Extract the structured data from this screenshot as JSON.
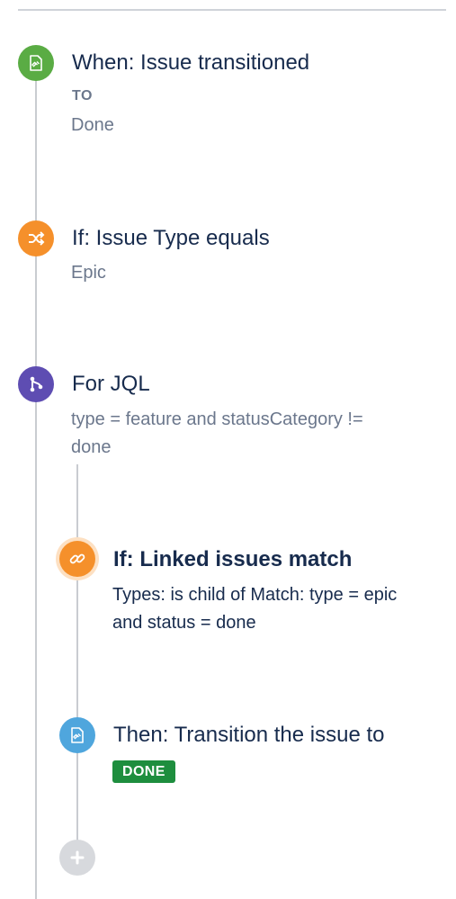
{
  "rule": {
    "trigger": {
      "title": "When: Issue transitioned",
      "to_label": "TO",
      "to_value": "Done",
      "icon": "trigger-icon"
    },
    "condition": {
      "title": "If: Issue Type equals",
      "value": "Epic",
      "icon": "shuffle-icon"
    },
    "branch": {
      "title": "For JQL",
      "query_line1": "type = feature and statusCategory !=",
      "query_line2": "done",
      "icon": "branch-icon",
      "children": {
        "linked_condition": {
          "title": "If: Linked issues match",
          "line1": "Types: is child of Match: type = epic",
          "line2": "and status = done",
          "icon": "link-icon"
        },
        "action": {
          "title": "Then: Transition the issue to",
          "status": "DONE",
          "icon": "transition-icon"
        },
        "add": {
          "icon": "plus-icon"
        }
      }
    }
  },
  "colors": {
    "trigger": "#5aac44",
    "condition": "#f5902b",
    "branch": "#5e4db2",
    "action": "#4fa6dd",
    "done_lozenge": "#1e8e3e"
  }
}
